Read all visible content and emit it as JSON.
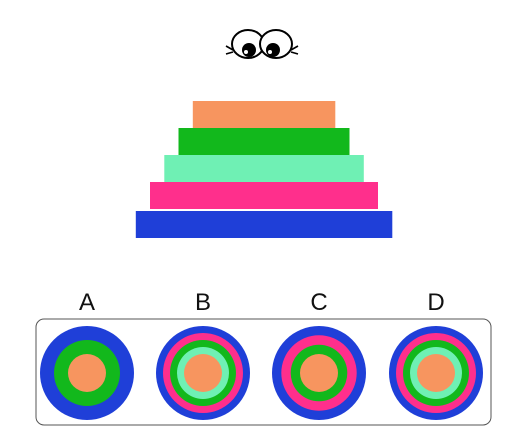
{
  "puzzle": {
    "stack_layers_top_to_bottom": [
      {
        "color": "#f7955f",
        "width_units": 5,
        "height_units": 1
      },
      {
        "color": "#12b81c",
        "width_units": 6,
        "height_units": 1
      },
      {
        "color": "#6ff0b4",
        "width_units": 7,
        "height_units": 1
      },
      {
        "color": "#ff2f8c",
        "width_units": 8,
        "height_units": 1
      },
      {
        "color": "#1f3fd8",
        "width_units": 9,
        "height_units": 1
      }
    ],
    "eyes_icon": "cartoon-eyes-icon"
  },
  "options": [
    {
      "label": "A",
      "rings_outer_to_inner": [
        "#1f3fd8",
        "#12b81c",
        "#f7955f"
      ]
    },
    {
      "label": "B",
      "rings_outer_to_inner": [
        "#1f3fd8",
        "#ff2f8c",
        "#12b81c",
        "#6ff0b4",
        "#f7955f"
      ]
    },
    {
      "label": "C",
      "rings_outer_to_inner": [
        "#1f3fd8",
        "#ff2f8c",
        "#12b81c",
        "#f7955f"
      ]
    },
    {
      "label": "D",
      "rings_outer_to_inner": [
        "#1f3fd8",
        "#ff2f8c",
        "#12b81c",
        "#6ff0b4",
        "#f7955f"
      ]
    }
  ]
}
